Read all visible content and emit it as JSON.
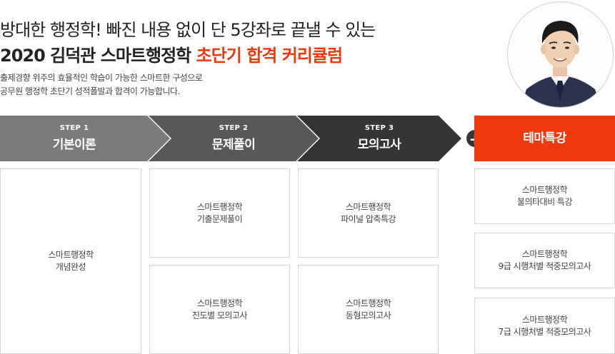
{
  "header": {
    "line1": "방대한 행정학! 빠진 내용 없이 단 5강좌로 끝낼 수 있는",
    "line2_prefix": "2020 김덕관 스마트행정학 ",
    "line2_highlight": "초단기 합격 커리큘럼",
    "desc_line1": "출제경향 위주의 효율적인 학습이 가능한 스마트한 구성으로",
    "desc_line2": "공무원 행정학 초단기 성적폴발과 합격이 가능합니다."
  },
  "steps": [
    {
      "num": "STEP 1",
      "name": "기본이론"
    },
    {
      "num": "STEP 2",
      "name": "문제풀이"
    },
    {
      "num": "STEP 3",
      "name": "모의고사"
    }
  ],
  "plus_symbol": "+",
  "theme": {
    "name": "테마특강"
  },
  "courses": {
    "step1": [
      {
        "title": "스마트행정학",
        "sub": "개념완성"
      }
    ],
    "step2": [
      {
        "title": "스마트행정학",
        "sub": "기출문제풀이"
      },
      {
        "title": "스마트행정학",
        "sub": "진도별 모의고사"
      }
    ],
    "step3": [
      {
        "title": "스마트행정학",
        "sub": "파이널 압축특강"
      },
      {
        "title": "스마트행정학",
        "sub": "동형모의고사"
      }
    ],
    "theme": [
      {
        "title": "스마트행정학",
        "sub": "불의타대비 특강"
      },
      {
        "title": "스마트행정학",
        "sub": "9급 시행처별 적중모의고사"
      },
      {
        "title": "스마트행정학",
        "sub": "7급 시행처별 적중모의고사"
      }
    ]
  },
  "colors": {
    "accent": "#f0380e",
    "step1": "#7b7b7b",
    "step2": "#595959",
    "step3": "#353535"
  }
}
